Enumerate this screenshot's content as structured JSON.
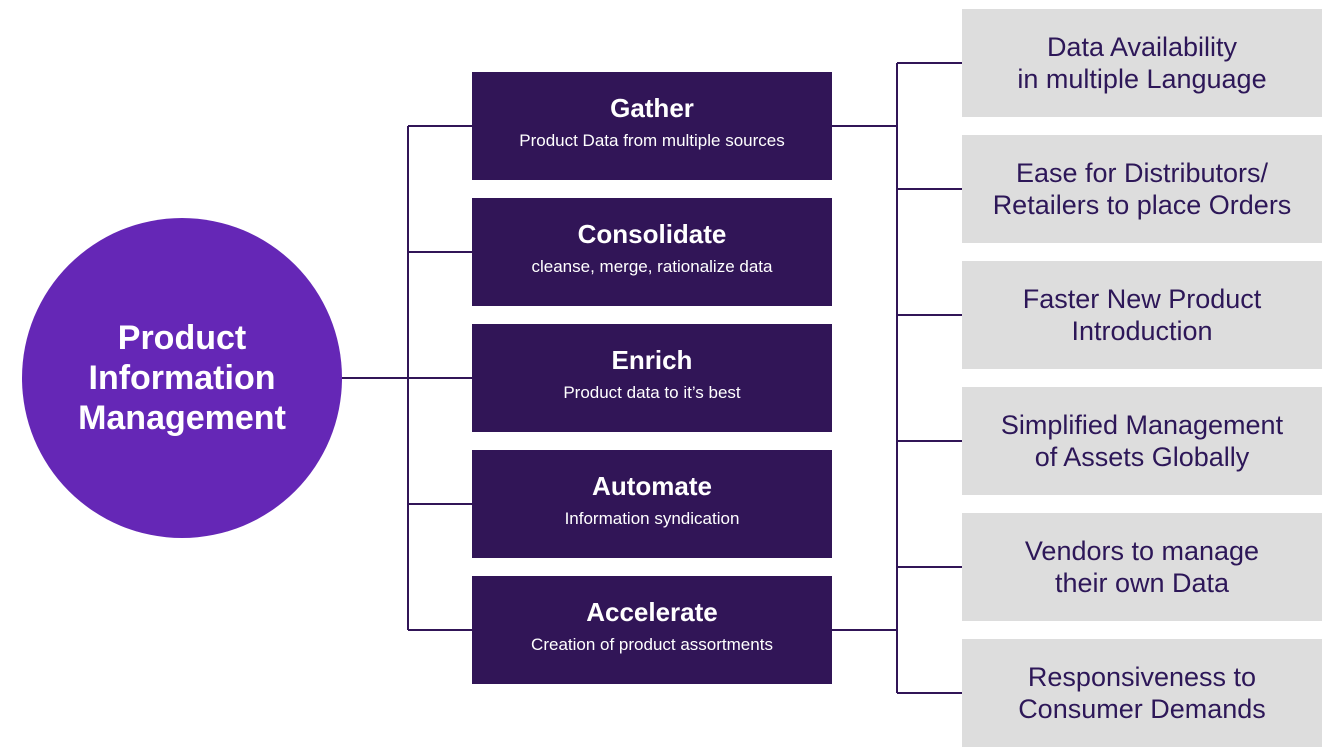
{
  "center": {
    "title": "Product Information Management"
  },
  "steps": [
    {
      "title": "Gather",
      "description": "Product Data from multiple sources"
    },
    {
      "title": "Consolidate",
      "description": "cleanse, merge, rationalize data"
    },
    {
      "title": "Enrich",
      "description": "Product data to it’s best"
    },
    {
      "title": "Automate",
      "description": "Information syndication"
    },
    {
      "title": "Accelerate",
      "description": "Creation of product assortments"
    }
  ],
  "benefits": [
    "Data Availability\nin multiple Language",
    "Ease for Distributors/\nRetailers to place Orders",
    "Faster New Product\nIntroduction",
    "Simplified Management\nof Assets Globally",
    "Vendors to manage\ntheir own Data",
    "Responsiveness to\nConsumer Demands"
  ],
  "colors": {
    "circle": "#6527b6",
    "step_box": "#311557",
    "benefit_box": "#dddddd",
    "benefit_text": "#2d1758",
    "connector": "#311557"
  }
}
